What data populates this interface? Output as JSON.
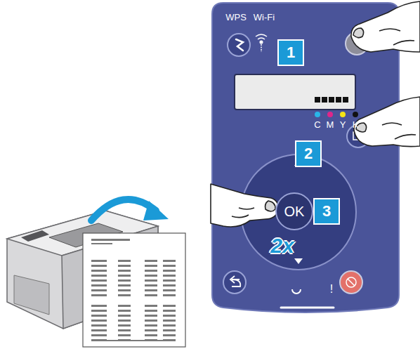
{
  "diagram": {
    "nodes": [
      {
        "text": [
          "1"
        ]
      },
      {
        "text": [
          "2"
        ]
      },
      {
        "text": [
          "OK"
        ]
      },
      {
        "text": [
          "3"
        ]
      }
    ],
    "labels": [
      "WPS",
      "Wi-Fi",
      "C",
      "M",
      "Y",
      "K",
      "2x",
      "!"
    ]
  }
}
